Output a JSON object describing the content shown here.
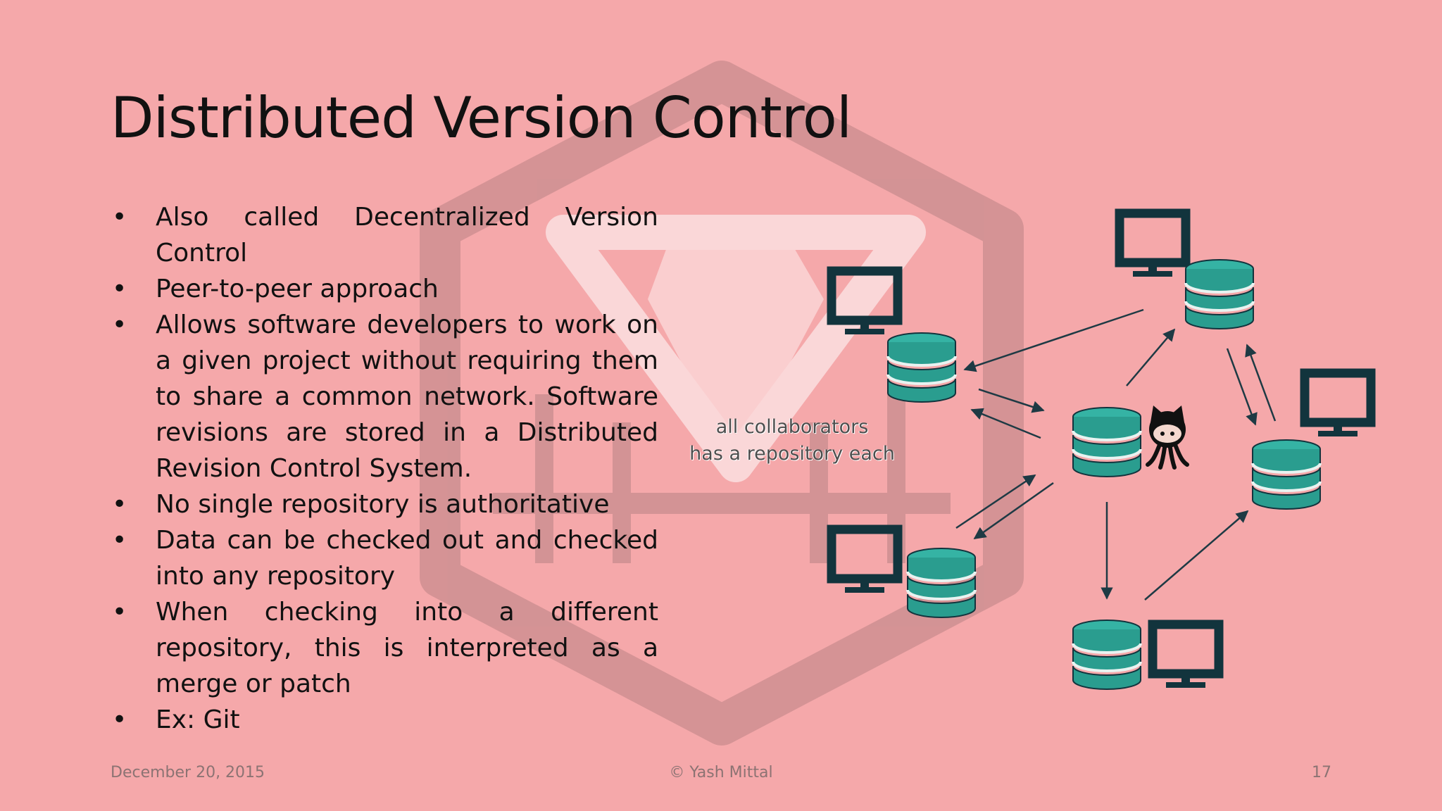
{
  "slide": {
    "title": "Distributed Version Control",
    "bullets": [
      "Also called Decentralized Version Control",
      "Peer-to-peer approach",
      "Allows software developers to work on a given project without requiring them to share a common network. Software revisions are stored in a Distributed Revision Control System.",
      "No single repository is authoritative",
      "Data can be checked out and checked into any repository",
      "When checking into a different repository, this is interpreted as a merge or patch",
      "Ex: Git"
    ],
    "bullet_marker": "•",
    "diagram_label_line1": "all collaborators",
    "diagram_label_line2": "has a repository each"
  },
  "footer": {
    "date": "December 20, 2015",
    "author": "© Yash Mittal",
    "page_number": "17"
  },
  "colors": {
    "background": "#f5a8aa",
    "repository": "#2a9d8f",
    "monitor": "#12343d",
    "arrow": "#1e3a44",
    "watermark": "#c98a8c"
  },
  "icons": [
    "database-icon",
    "monitor-icon",
    "github-octocat-icon",
    "arrow-icon"
  ]
}
